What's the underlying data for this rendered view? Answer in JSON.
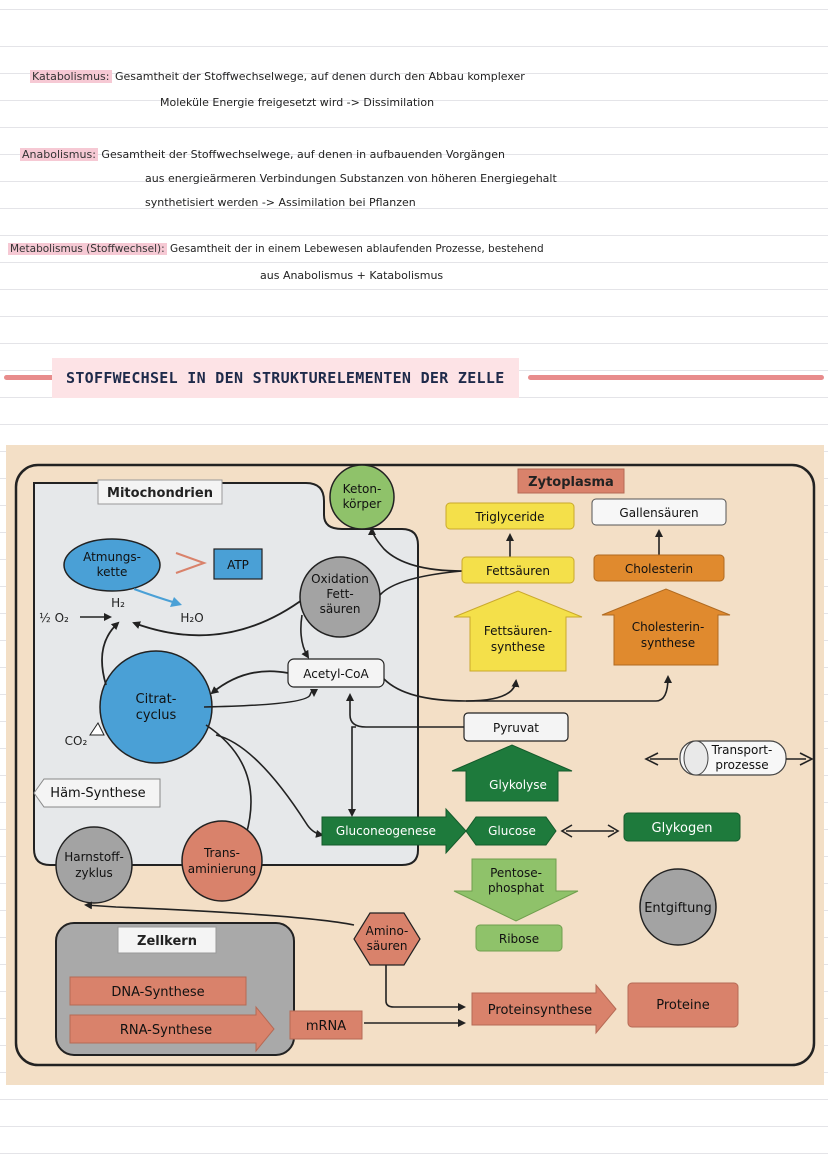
{
  "notes": {
    "katabolismus": {
      "term": "Katabolismus:",
      "line1": "Gesamtheit der Stoffwechselwege, auf denen durch den Abbau komplexer",
      "line2": "Moleküle Energie freigesetzt wird -> Dissimilation"
    },
    "anabolismus": {
      "term": "Anabolismus:",
      "line1": "Gesamtheit der Stoffwechselwege, auf denen in aufbauenden Vorgängen",
      "line2": "aus energieärmeren Verbindungen Substanzen von höheren Energiegehalt",
      "line3": "synthetisiert werden -> Assimilation bei Pflanzen"
    },
    "metabolismus": {
      "term": "Metabolismus (Stoffwechsel):",
      "line1": "Gesamtheit der in einem Lebewesen ablaufenden Prozesse, bestehend",
      "line2": "aus Anabolismus + Katabolismus"
    }
  },
  "headline": "STOFFWECHSEL IN DEN STRUKTURELEMENTEN DER ZELLE",
  "diagram": {
    "regions": {
      "mitochondrien": "Mitochondrien",
      "zytoplasma": "Zytoplasma",
      "zellkern": "Zellkern"
    },
    "nodes": {
      "atmungskette_1": "Atmungs-",
      "atmungskette_2": "kette",
      "atp": "ATP",
      "h2": "H₂",
      "o2": "½ O₂",
      "h2o": "H₂O",
      "co2": "CO₂",
      "citrat_1": "Citrat-",
      "citrat_2": "cyclus",
      "oxidation_1": "Oxidation",
      "oxidation_2": "Fett-",
      "oxidation_3": "säuren",
      "keton_1": "Keton-",
      "keton_2": "körper",
      "acetyl": "Acetyl-CoA",
      "triglyceride": "Triglyceride",
      "gallensaeuren": "Gallensäuren",
      "fettsaeuren": "Fettsäuren",
      "cholesterin": "Cholesterin",
      "fs_synthese_1": "Fettsäuren-",
      "fs_synthese_2": "synthese",
      "ch_synthese_1": "Cholesterin-",
      "ch_synthese_2": "synthese",
      "pyruvat": "Pyruvat",
      "transport_1": "Transport-",
      "transport_2": "prozesse",
      "haem": "Häm-Synthese",
      "glykolyse": "Glykolyse",
      "gluconeogenese": "Gluconeogenese",
      "glucose": "Glucose",
      "glykogen": "Glykogen",
      "harnstoff_1": "Harnstoff-",
      "harnstoff_2": "zyklus",
      "trans_1": "Trans-",
      "trans_2": "aminierung",
      "pentose_1": "Pentose-",
      "pentose_2": "phosphat",
      "entgiftung": "Entgiftung",
      "amino_1": "Amino-",
      "amino_2": "säuren",
      "ribose": "Ribose",
      "dna": "DNA-Synthese",
      "rna": "RNA-Synthese",
      "mrna": "mRNA",
      "proteinsynthese": "Proteinsynthese",
      "proteine": "Proteine"
    },
    "colors": {
      "yellow": "#f4e04a",
      "orange": "#e08a2e",
      "green_dark": "#1e7a3c",
      "green_light": "#8fc26a",
      "salmon": "#d9826b",
      "blue": "#4aa0d6",
      "grey": "#b8b8b8",
      "zytoplasma_bg": "#f3dfc6"
    }
  }
}
